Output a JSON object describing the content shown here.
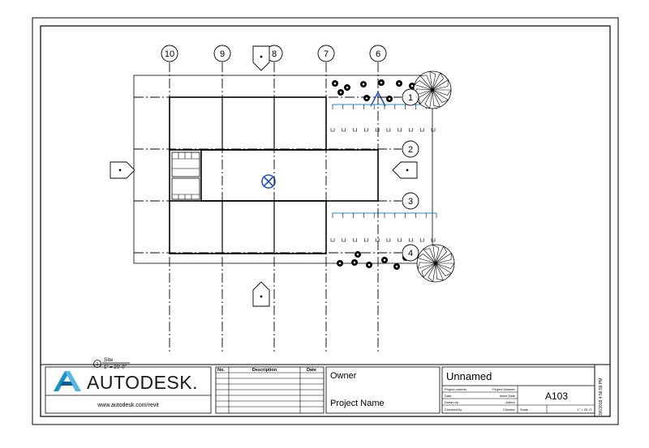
{
  "grids": {
    "vertical": [
      "10",
      "9",
      "8",
      "7",
      "6"
    ],
    "horizontal": [
      "1",
      "2",
      "3",
      "4"
    ]
  },
  "view": {
    "name": "Site",
    "scale": "1\" = 20'-0\""
  },
  "titleblock": {
    "logo_text": "AUTODESK.",
    "logo_color": "#1b8fc9",
    "website": "www.autodesk.com/revit",
    "revision_headers": [
      "No.",
      "Description",
      "Date"
    ],
    "owner": "Owner",
    "project_name": "Project Name",
    "sheet_name": "Unnamed",
    "sheet_number": "A103",
    "fields": {
      "project_number_label": "Project number",
      "project_number_value": "Project Number",
      "date_label": "Date",
      "date_value": "Issue Date",
      "drawn_by_label": "Drawn by",
      "drawn_by_value": "Author",
      "checked_by_label": "Checked by",
      "checked_by_value": "Checker",
      "scale_label": "Scale",
      "scale_value": "1\" = 20'-0\""
    },
    "timestamp": "3/6/2018 4:56:59 PM"
  },
  "colors": {
    "line": "#000000",
    "accent_blue": "#2255cc"
  }
}
